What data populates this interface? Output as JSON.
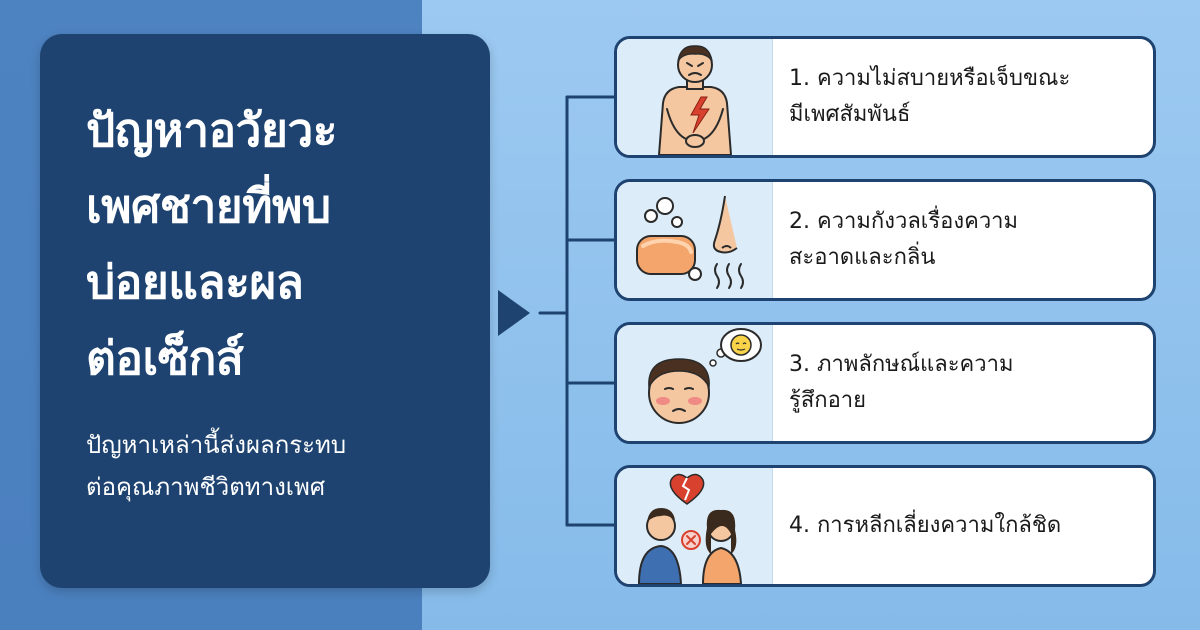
{
  "title_lines": [
    "ปัญหาอวัยวะ",
    "เพศชายที่พบ",
    "บ่อยและผล",
    "ต่อเซ็กส์"
  ],
  "subtitle_lines": [
    "ปัญหาเหล่านี้ส่งผลกระทบ",
    "ต่อคุณภาพชีวิตทางเพศ"
  ],
  "items": [
    {
      "lines": [
        "1. ความไม่สบายหรือเจ็บขณะ",
        "มีเพศสัมพันธ์"
      ],
      "icon": "man-in-pain-icon"
    },
    {
      "lines": [
        "2. ความกังวลเรื่องความ",
        "สะอาดและกลิ่น"
      ],
      "icon": "soap-and-nose-icon"
    },
    {
      "lines": [
        "3. ภาพลักษณ์และความ",
        "รู้สึกอาย"
      ],
      "icon": "embarrassed-face-icon"
    },
    {
      "lines": [
        "4. การหลีกเลี่ยงความใกล้ชิด"
      ],
      "icon": "broken-heart-couple-icon"
    }
  ],
  "colors": {
    "card_navy": "#1e4370",
    "left_bg": "#4d83c1",
    "right_bg": "#94c4ee",
    "icon_panel": "#dcecf8",
    "accent_red": "#d9412f"
  }
}
